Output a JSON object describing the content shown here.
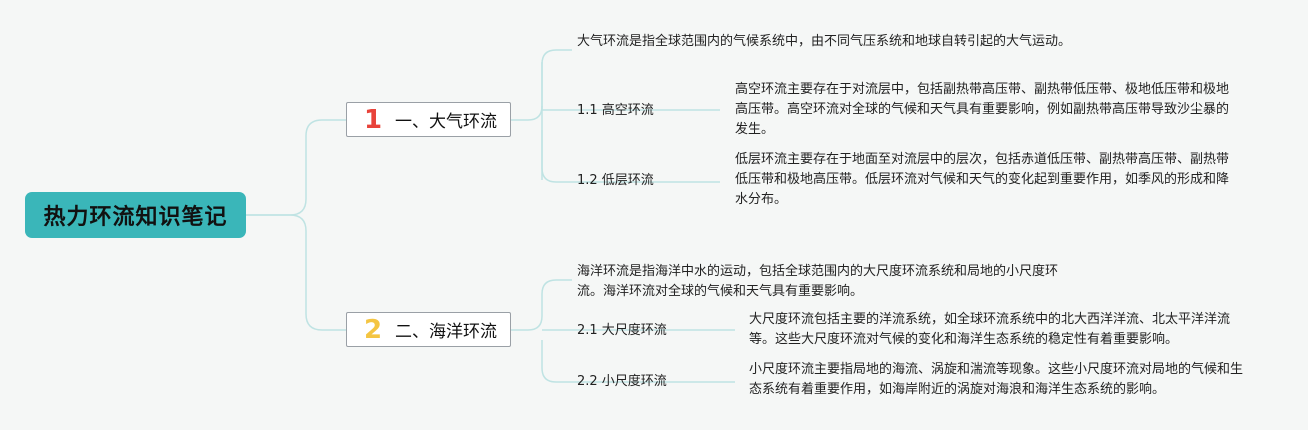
{
  "root": {
    "title": "热力环流知识笔记"
  },
  "branches": [
    {
      "number": "1",
      "label": "一、大气环流",
      "intro": "大气环流是指全球范围内的气候系统中，由不同气压系统和地球自转引起的大气运动。",
      "subs": [
        {
          "label": "1.1 高空环流",
          "text": "高空环流主要存在于对流层中，包括副热带高压带、副热带低压带、极地低压带和极地高压带。高空环流对全球的气候和天气具有重要影响，例如副热带高压带导致沙尘暴的发生。"
        },
        {
          "label": "1.2 低层环流",
          "text": "低层环流主要存在于地面至对流层中的层次，包括赤道低压带、副热带高压带、副热带低压带和极地高压带。低层环流对气候和天气的变化起到重要作用，如季风的形成和降水分布。"
        }
      ]
    },
    {
      "number": "2",
      "label": "二、海洋环流",
      "intro": "海洋环流是指海洋中水的运动，包括全球范围内的大尺度环流系统和局地的小尺度环流。海洋环流对全球的气候和天气具有重要影响。",
      "subs": [
        {
          "label": "2.1 大尺度环流",
          "text": "大尺度环流包括主要的洋流系统，如全球环流系统中的北大西洋洋流、北太平洋洋流等。这些大尺度环流对气候的变化和海洋生态系统的稳定性有着重要影响。"
        },
        {
          "label": "2.2 小尺度环流",
          "text": "小尺度环流主要指局地的海流、涡旋和湍流等现象。这些小尺度环流对局地的气候和生态系统有着重要作用，如海岸附近的涡旋对海浪和海洋生态系统的影响。"
        }
      ]
    }
  ],
  "colors": {
    "root_bg": "#3ab6b9",
    "line": "#bfe3e3",
    "num1": "#e8433a",
    "num2": "#f4c542"
  }
}
